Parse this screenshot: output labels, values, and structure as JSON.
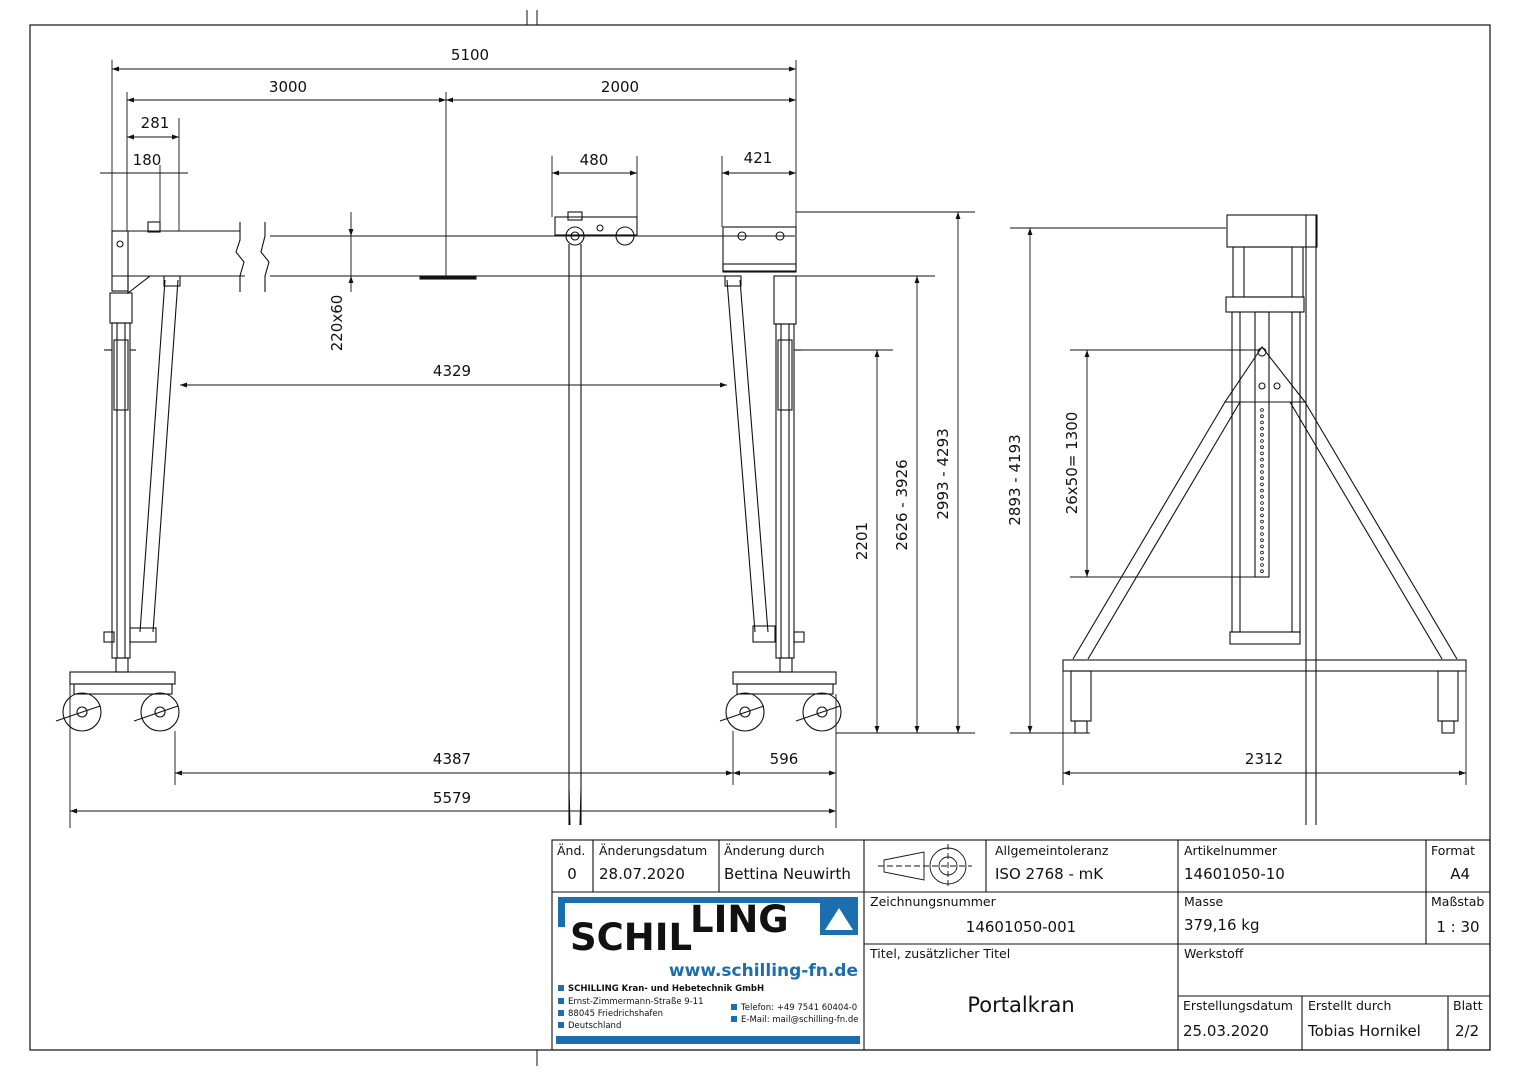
{
  "dimensions": {
    "d5100": "5100",
    "d3000": "3000",
    "d2000": "2000",
    "d281": "281",
    "d180": "180",
    "d480": "480",
    "d421": "421",
    "d220x60": "220x60",
    "d4329": "4329",
    "d2201": "2201",
    "d2626_3926": "2626 - 3926",
    "d2993_4293": "2993 - 4293",
    "d2893_4193": "2893 - 4193",
    "d26x50": "26x50= 1300",
    "d4387": "4387",
    "d596": "596",
    "d5579": "5579",
    "d2312": "2312"
  },
  "title_block": {
    "rev_label": "Änd.",
    "rev_value": "0",
    "change_date_label": "Änderungsdatum",
    "change_date_value": "28.07.2020",
    "changed_by_label": "Änderung durch",
    "changed_by_value": "Bettina Neuwirth",
    "tolerance_label": "Allgemeintoleranz",
    "tolerance_value": "ISO 2768 - mK",
    "article_label": "Artikelnummer",
    "article_value": "14601050-10",
    "format_label": "Format",
    "format_value": "A4",
    "drawing_no_label": "Zeichnungsnummer",
    "drawing_no_value": "14601050-001",
    "mass_label": "Masse",
    "mass_value": "379,16 kg",
    "scale_label": "Maßstab",
    "scale_value": "1 : 30",
    "title_label": "Titel, zusätzlicher Titel",
    "title_value": "Portalkran",
    "material_label": "Werkstoff",
    "created_date_label": "Erstellungsdatum",
    "created_date_value": "25.03.2020",
    "created_by_label": "Erstellt durch",
    "created_by_value": "Tobias Hornikel",
    "sheet_label": "Blatt",
    "sheet_value": "2/2"
  },
  "logo": {
    "brand_left": "SCHIL",
    "brand_right": "LING",
    "website": "www.schilling-fn.de",
    "company": "SCHILLING Kran- und Hebetechnik GmbH",
    "street": "Ernst-Zimmermann-Straße 9-11",
    "city": "88045 Friedrichshafen",
    "country": "Deutschland",
    "phone": "Telefon: +49 7541 60404-0",
    "email": "E-Mail: mail@schilling-fn.de",
    "brand_blue": "#1b6fae"
  }
}
